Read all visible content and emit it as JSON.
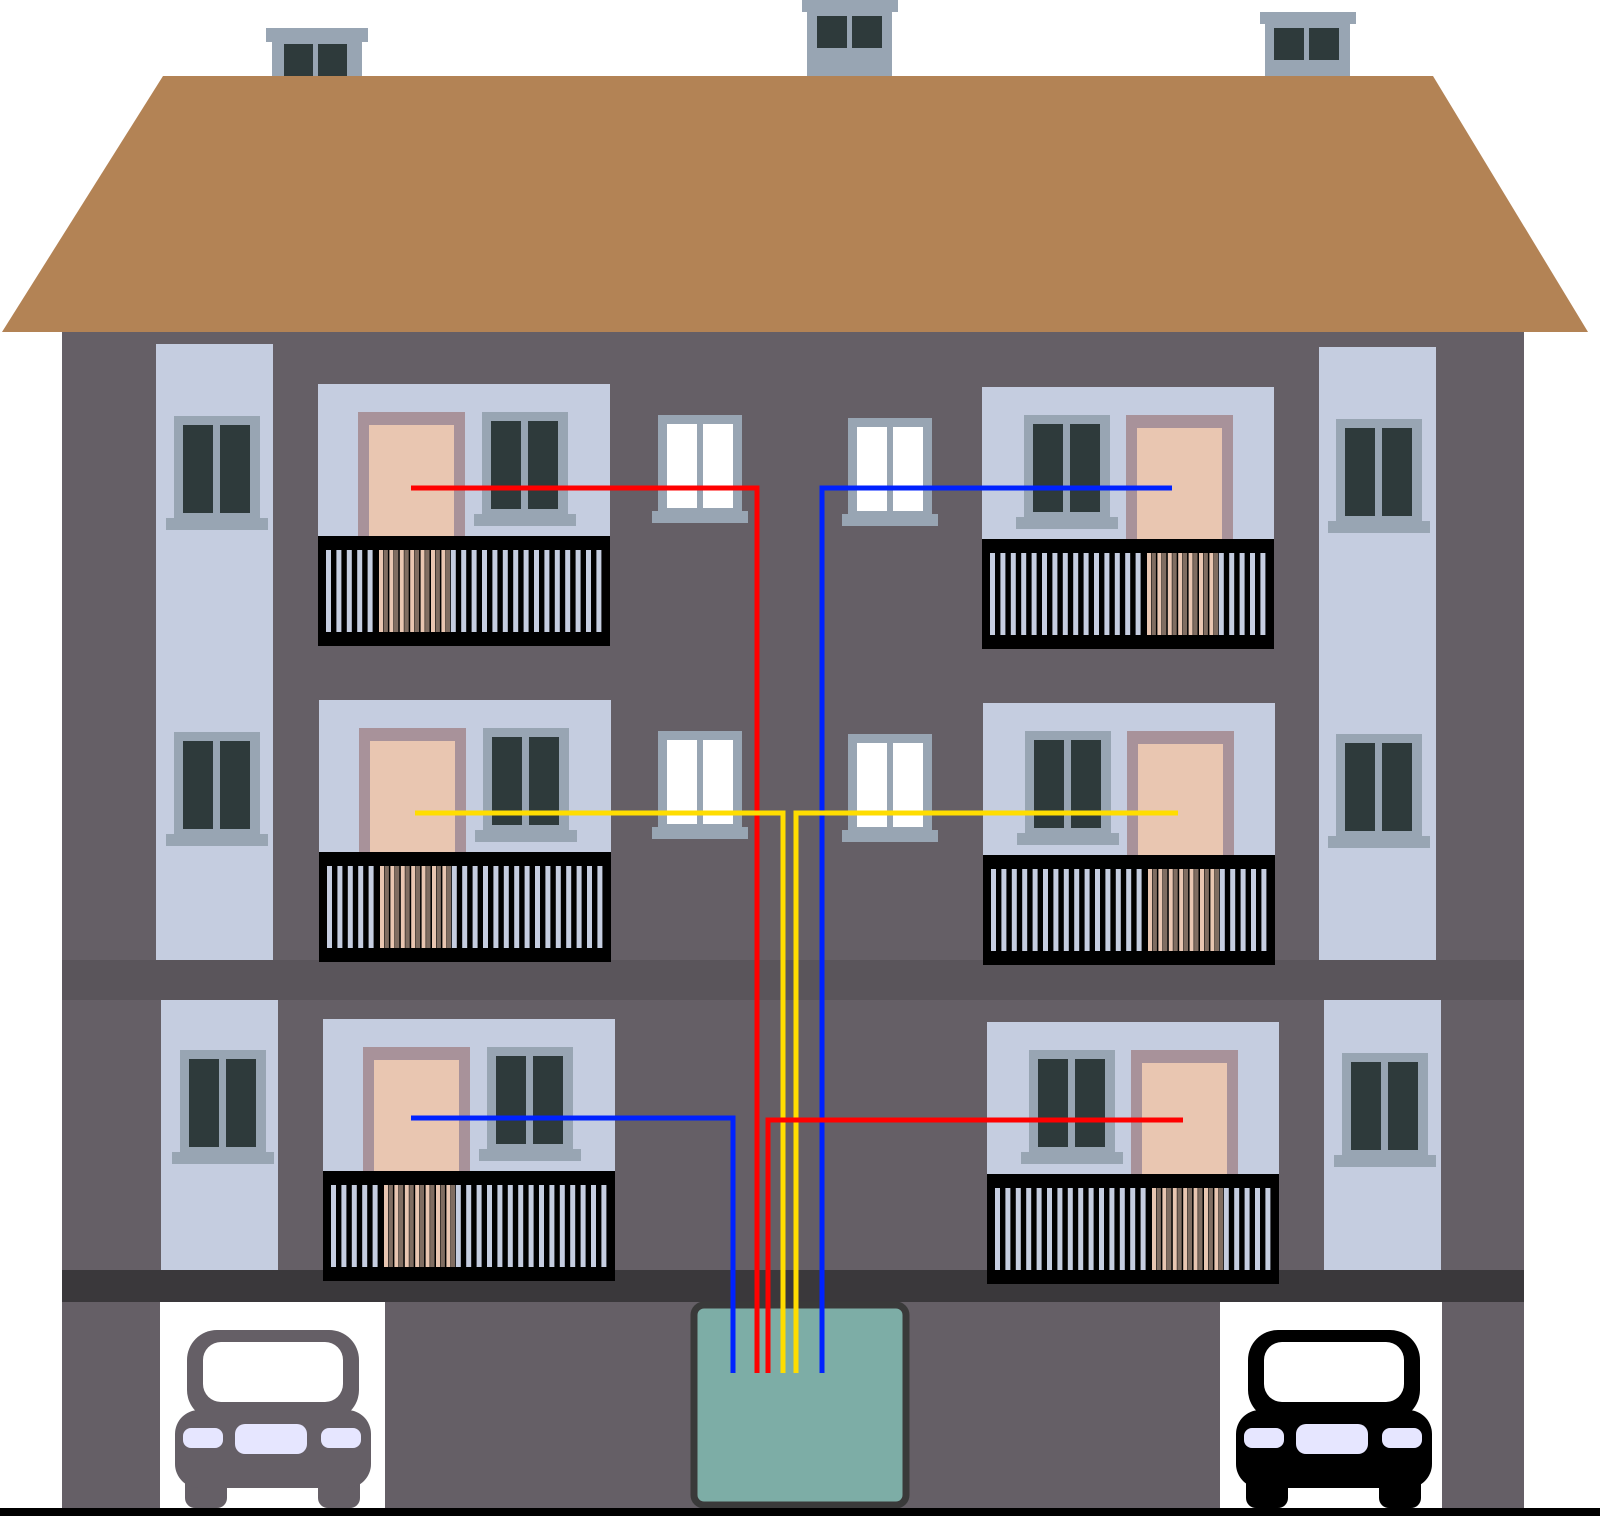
{
  "image": {
    "kind": "building-cable-distribution-illustration",
    "colors": {
      "roof": "#b38355",
      "facade": "#655f66",
      "facade_dark": "#3a383b",
      "panel": "#c5cde0",
      "chimney": "#98a5b3",
      "window_pane": "#2e3a3b",
      "window_frame": "#98a5b3",
      "white_pane": "#ffffff",
      "door": "#e9c6b1",
      "door_frame": "#a8929a",
      "balcony": "#000000",
      "balcony_bar": "#c5cde0",
      "box": "#7dada6",
      "box_border": "#3a3a3a",
      "garage": "#ffffff",
      "car_left": "#655f66",
      "car_right": "#000000",
      "car_glass": "#ffffff",
      "car_light": "#e6e6ff",
      "ground": "#000000"
    },
    "cables": [
      {
        "color_name": "red",
        "color": "#ff0000"
      },
      {
        "color_name": "blue",
        "color": "#0022ff"
      },
      {
        "color_name": "yellow",
        "color": "#ffdd00"
      }
    ]
  }
}
